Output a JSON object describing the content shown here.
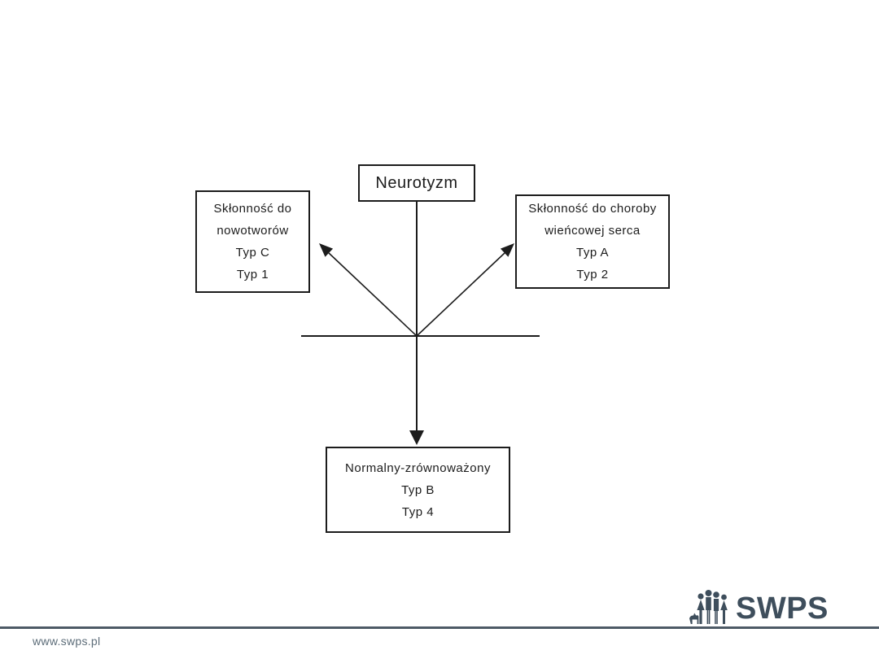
{
  "diagram": {
    "neurotyzm_box": {
      "label": "Neurotyzm"
    },
    "cancer_box": {
      "lines": [
        "Skłonność do",
        "nowotworów",
        "Typ C",
        "Typ 1"
      ]
    },
    "coronary_box": {
      "lines": [
        "Skłonność do choroby",
        "wieńcowej serca",
        "Typ A",
        "Typ 2"
      ]
    },
    "normal_box": {
      "lines": [
        "Normalny-zrównoważony",
        "Typ B",
        "Typ 4"
      ]
    }
  },
  "footer": {
    "website": "www.swps.pl",
    "logo": {
      "text": "SWPS",
      "people_icon": "family-silhouette-with-dog"
    }
  },
  "colors": {
    "diagram_ink": "#1c1c1c",
    "brand": "#3e4e5c",
    "footer_rule": "#4d5a66",
    "website_text": "#5d6d79"
  }
}
